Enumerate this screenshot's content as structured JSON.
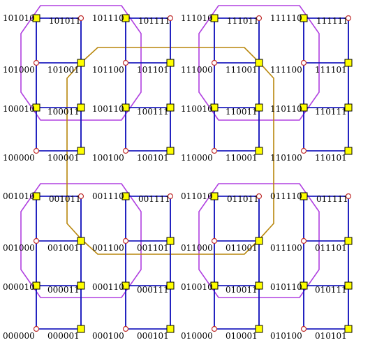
{
  "colors": {
    "cube_edge": "#1f1fbf",
    "outer_link": "#b040e0",
    "center_link": "#b8860b",
    "square_node_fill": "#ffff00",
    "circle_node_fill": "#ffffff",
    "circle_node_stroke": "#c03030",
    "label": "#000000"
  },
  "node_shapes": {
    "square": "yellow-square",
    "circle": "red-circle"
  },
  "cube_node_labels": {
    "c101": [
      "101010",
      "101011",
      "101000",
      "101001",
      "100010",
      "100011",
      "100000",
      "100001"
    ],
    "c111": [
      "101110",
      "101111",
      "101100",
      "101101",
      "100110",
      "100111",
      "100100",
      "100101"
    ],
    "c1110": [
      "111010",
      "111011",
      "111000",
      "111001",
      "110010",
      "110011",
      "110000",
      "110001"
    ],
    "c1111": [
      "111110",
      "111111",
      "111100",
      "111101",
      "110110",
      "110111",
      "110100",
      "110101"
    ],
    "c0010": [
      "001010",
      "001011",
      "001000",
      "001001",
      "000010",
      "000011",
      "000000",
      "000001"
    ],
    "c0011": [
      "001110",
      "001111",
      "001100",
      "001101",
      "000110",
      "000111",
      "000100",
      "000101"
    ],
    "c0110": [
      "011010",
      "011011",
      "011000",
      "011001",
      "010010",
      "010011",
      "010000",
      "010001"
    ],
    "c0111": [
      "011110",
      "011111",
      "011100",
      "011101",
      "010110",
      "010111",
      "010100",
      "010101"
    ]
  }
}
